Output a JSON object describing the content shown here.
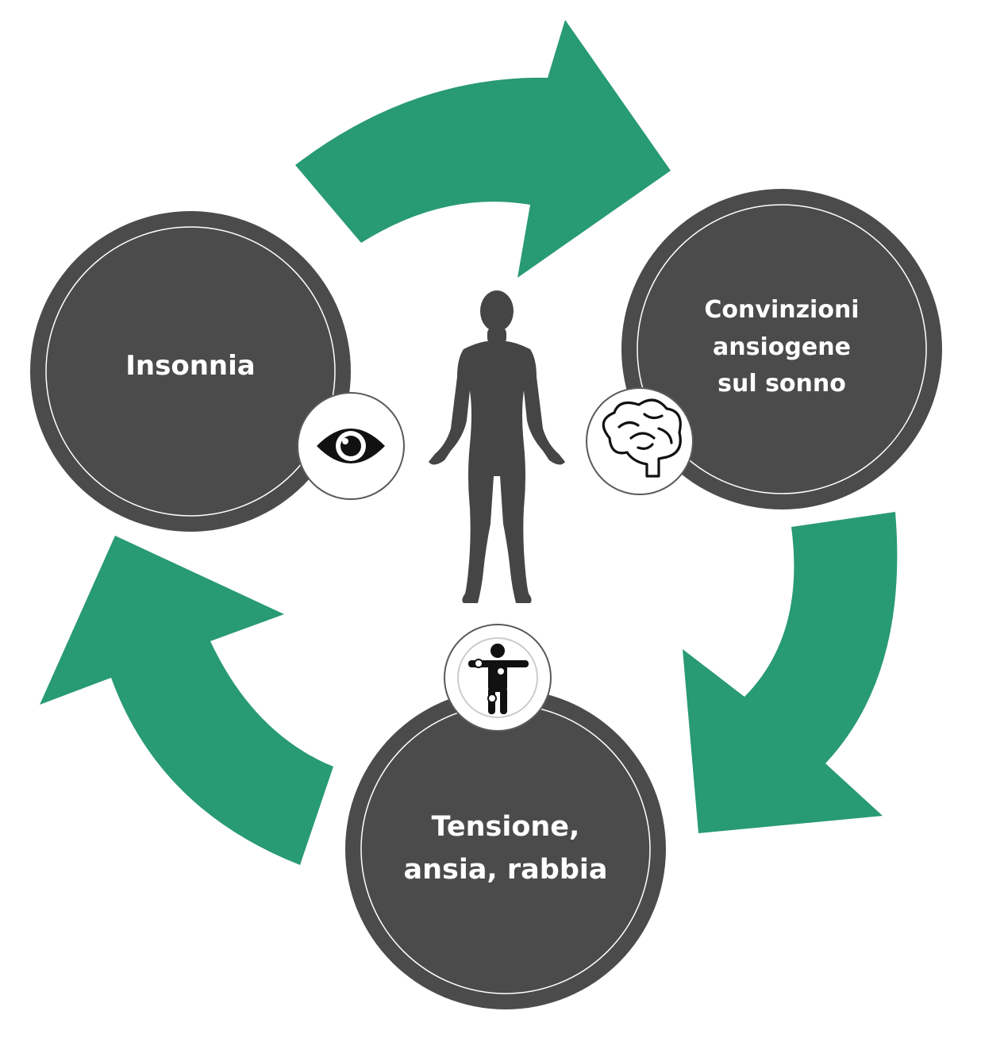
{
  "colors": {
    "arrow": "#289a74",
    "circle": "#4b4b4b",
    "badge_border": "#5a5a5a",
    "figure": "#454545",
    "text": "#ffffff"
  },
  "nodes": [
    {
      "id": "insonnia",
      "lines": [
        "Insonnia"
      ],
      "icon": "eye-icon"
    },
    {
      "id": "convinzioni",
      "lines": [
        "Convinzioni",
        "ansiogene",
        "sul sonno"
      ],
      "icon": "brain-icon"
    },
    {
      "id": "tensione",
      "lines": [
        "Tensione,",
        "ansia, rabbia"
      ],
      "icon": "body-joints-icon"
    }
  ],
  "center": {
    "icon": "human-figure-icon"
  },
  "arrows": [
    {
      "from": "insonnia",
      "to": "convinzioni"
    },
    {
      "from": "convinzioni",
      "to": "tensione"
    },
    {
      "from": "tensione",
      "to": "insonnia"
    }
  ]
}
